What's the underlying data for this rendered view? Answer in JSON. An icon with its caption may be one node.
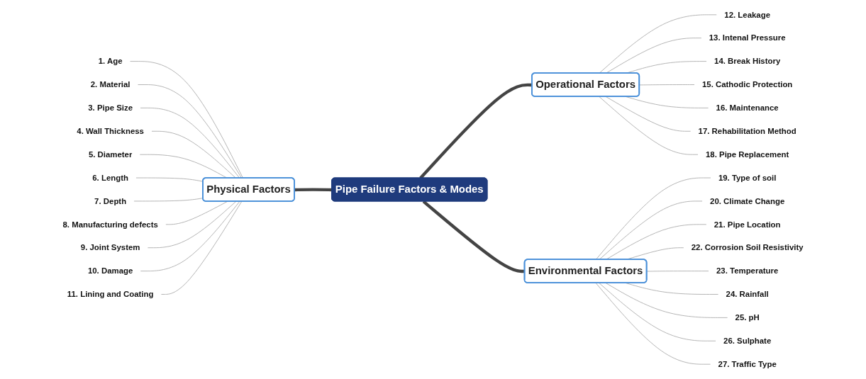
{
  "diagram": {
    "nodes": [
      {
        "text": [
          "Pipe Failure Factors & Modes"
        ]
      },
      {
        "text": [
          "Physical Factors"
        ]
      },
      {
        "text": [
          "1. Age"
        ]
      },
      {
        "text": [
          "2. Material"
        ]
      },
      {
        "text": [
          "3. Pipe Size"
        ]
      },
      {
        "text": [
          "4. Wall Thickness"
        ]
      },
      {
        "text": [
          "5. Diameter"
        ]
      },
      {
        "text": [
          "6. Length"
        ]
      },
      {
        "text": [
          "7. Depth"
        ]
      },
      {
        "text": [
          "8. Manufacturing defects"
        ]
      },
      {
        "text": [
          "9. Joint System"
        ]
      },
      {
        "text": [
          "10. Damage"
        ]
      },
      {
        "text": [
          "11. Lining and Coating"
        ]
      },
      {
        "text": [
          "Operational Factors"
        ]
      },
      {
        "text": [
          "12. Leakage"
        ]
      },
      {
        "text": [
          "13. Intenal Pressure"
        ]
      },
      {
        "text": [
          "14. Break History"
        ]
      },
      {
        "text": [
          "15. Cathodic Protection"
        ]
      },
      {
        "text": [
          "16. Maintenance"
        ]
      },
      {
        "text": [
          "17. Rehabilitation Method"
        ]
      },
      {
        "text": [
          "18. Pipe Replacement"
        ]
      },
      {
        "text": [
          "Environmental Factors"
        ]
      },
      {
        "text": [
          "19. Type of soil"
        ]
      },
      {
        "text": [
          "20. Climate Change"
        ]
      },
      {
        "text": [
          "21. Pipe Location"
        ]
      },
      {
        "text": [
          "22. Corrosion Soil Resistivity"
        ]
      },
      {
        "text": [
          "23. Temperature"
        ]
      },
      {
        "text": [
          "24. Rainfall"
        ]
      },
      {
        "text": [
          "25. pH"
        ]
      },
      {
        "text": [
          "26. Sulphate"
        ]
      },
      {
        "text": [
          "27. Traffic Type"
        ]
      }
    ],
    "edges": [
      {
        "from": 2,
        "to": 1,
        "arrow": "none"
      },
      {
        "from": 3,
        "to": 1,
        "arrow": "none"
      },
      {
        "from": 4,
        "to": 1,
        "arrow": "none"
      },
      {
        "from": 5,
        "to": 1,
        "arrow": "none"
      },
      {
        "from": 6,
        "to": 1,
        "arrow": "none"
      },
      {
        "from": 7,
        "to": 1,
        "arrow": "none"
      },
      {
        "from": 8,
        "to": 1,
        "arrow": "none"
      },
      {
        "from": 9,
        "to": 1,
        "arrow": "none"
      },
      {
        "from": 10,
        "to": 1,
        "arrow": "none"
      },
      {
        "from": 11,
        "to": 1,
        "arrow": "none"
      },
      {
        "from": 12,
        "to": 1,
        "arrow": "none"
      },
      {
        "from": 1,
        "to": 0,
        "arrow": "none",
        "style": "thick",
        "color": "#444444"
      },
      {
        "from": 0,
        "to": 13,
        "arrow": "none",
        "style": "thick",
        "color": "#444444"
      },
      {
        "from": 0,
        "to": 21,
        "arrow": "none",
        "style": "thick",
        "color": "#444444"
      },
      {
        "from": 13,
        "to": 14,
        "arrow": "none"
      },
      {
        "from": 13,
        "to": 15,
        "arrow": "none"
      },
      {
        "from": 13,
        "to": 16,
        "arrow": "none"
      },
      {
        "from": 13,
        "to": 17,
        "arrow": "none"
      },
      {
        "from": 13,
        "to": 18,
        "arrow": "none"
      },
      {
        "from": 13,
        "to": 19,
        "arrow": "none"
      },
      {
        "from": 13,
        "to": 20,
        "arrow": "none"
      },
      {
        "from": 21,
        "to": 22,
        "arrow": "none"
      },
      {
        "from": 21,
        "to": 23,
        "arrow": "none"
      },
      {
        "from": 21,
        "to": 24,
        "arrow": "none"
      },
      {
        "from": 21,
        "to": 25,
        "arrow": "none"
      },
      {
        "from": 21,
        "to": 26,
        "arrow": "none"
      },
      {
        "from": 21,
        "to": 27,
        "arrow": "none"
      },
      {
        "from": 21,
        "to": 28,
        "arrow": "none"
      },
      {
        "from": 21,
        "to": 29,
        "arrow": "none"
      },
      {
        "from": 21,
        "to": 30,
        "arrow": "none"
      }
    ]
  }
}
